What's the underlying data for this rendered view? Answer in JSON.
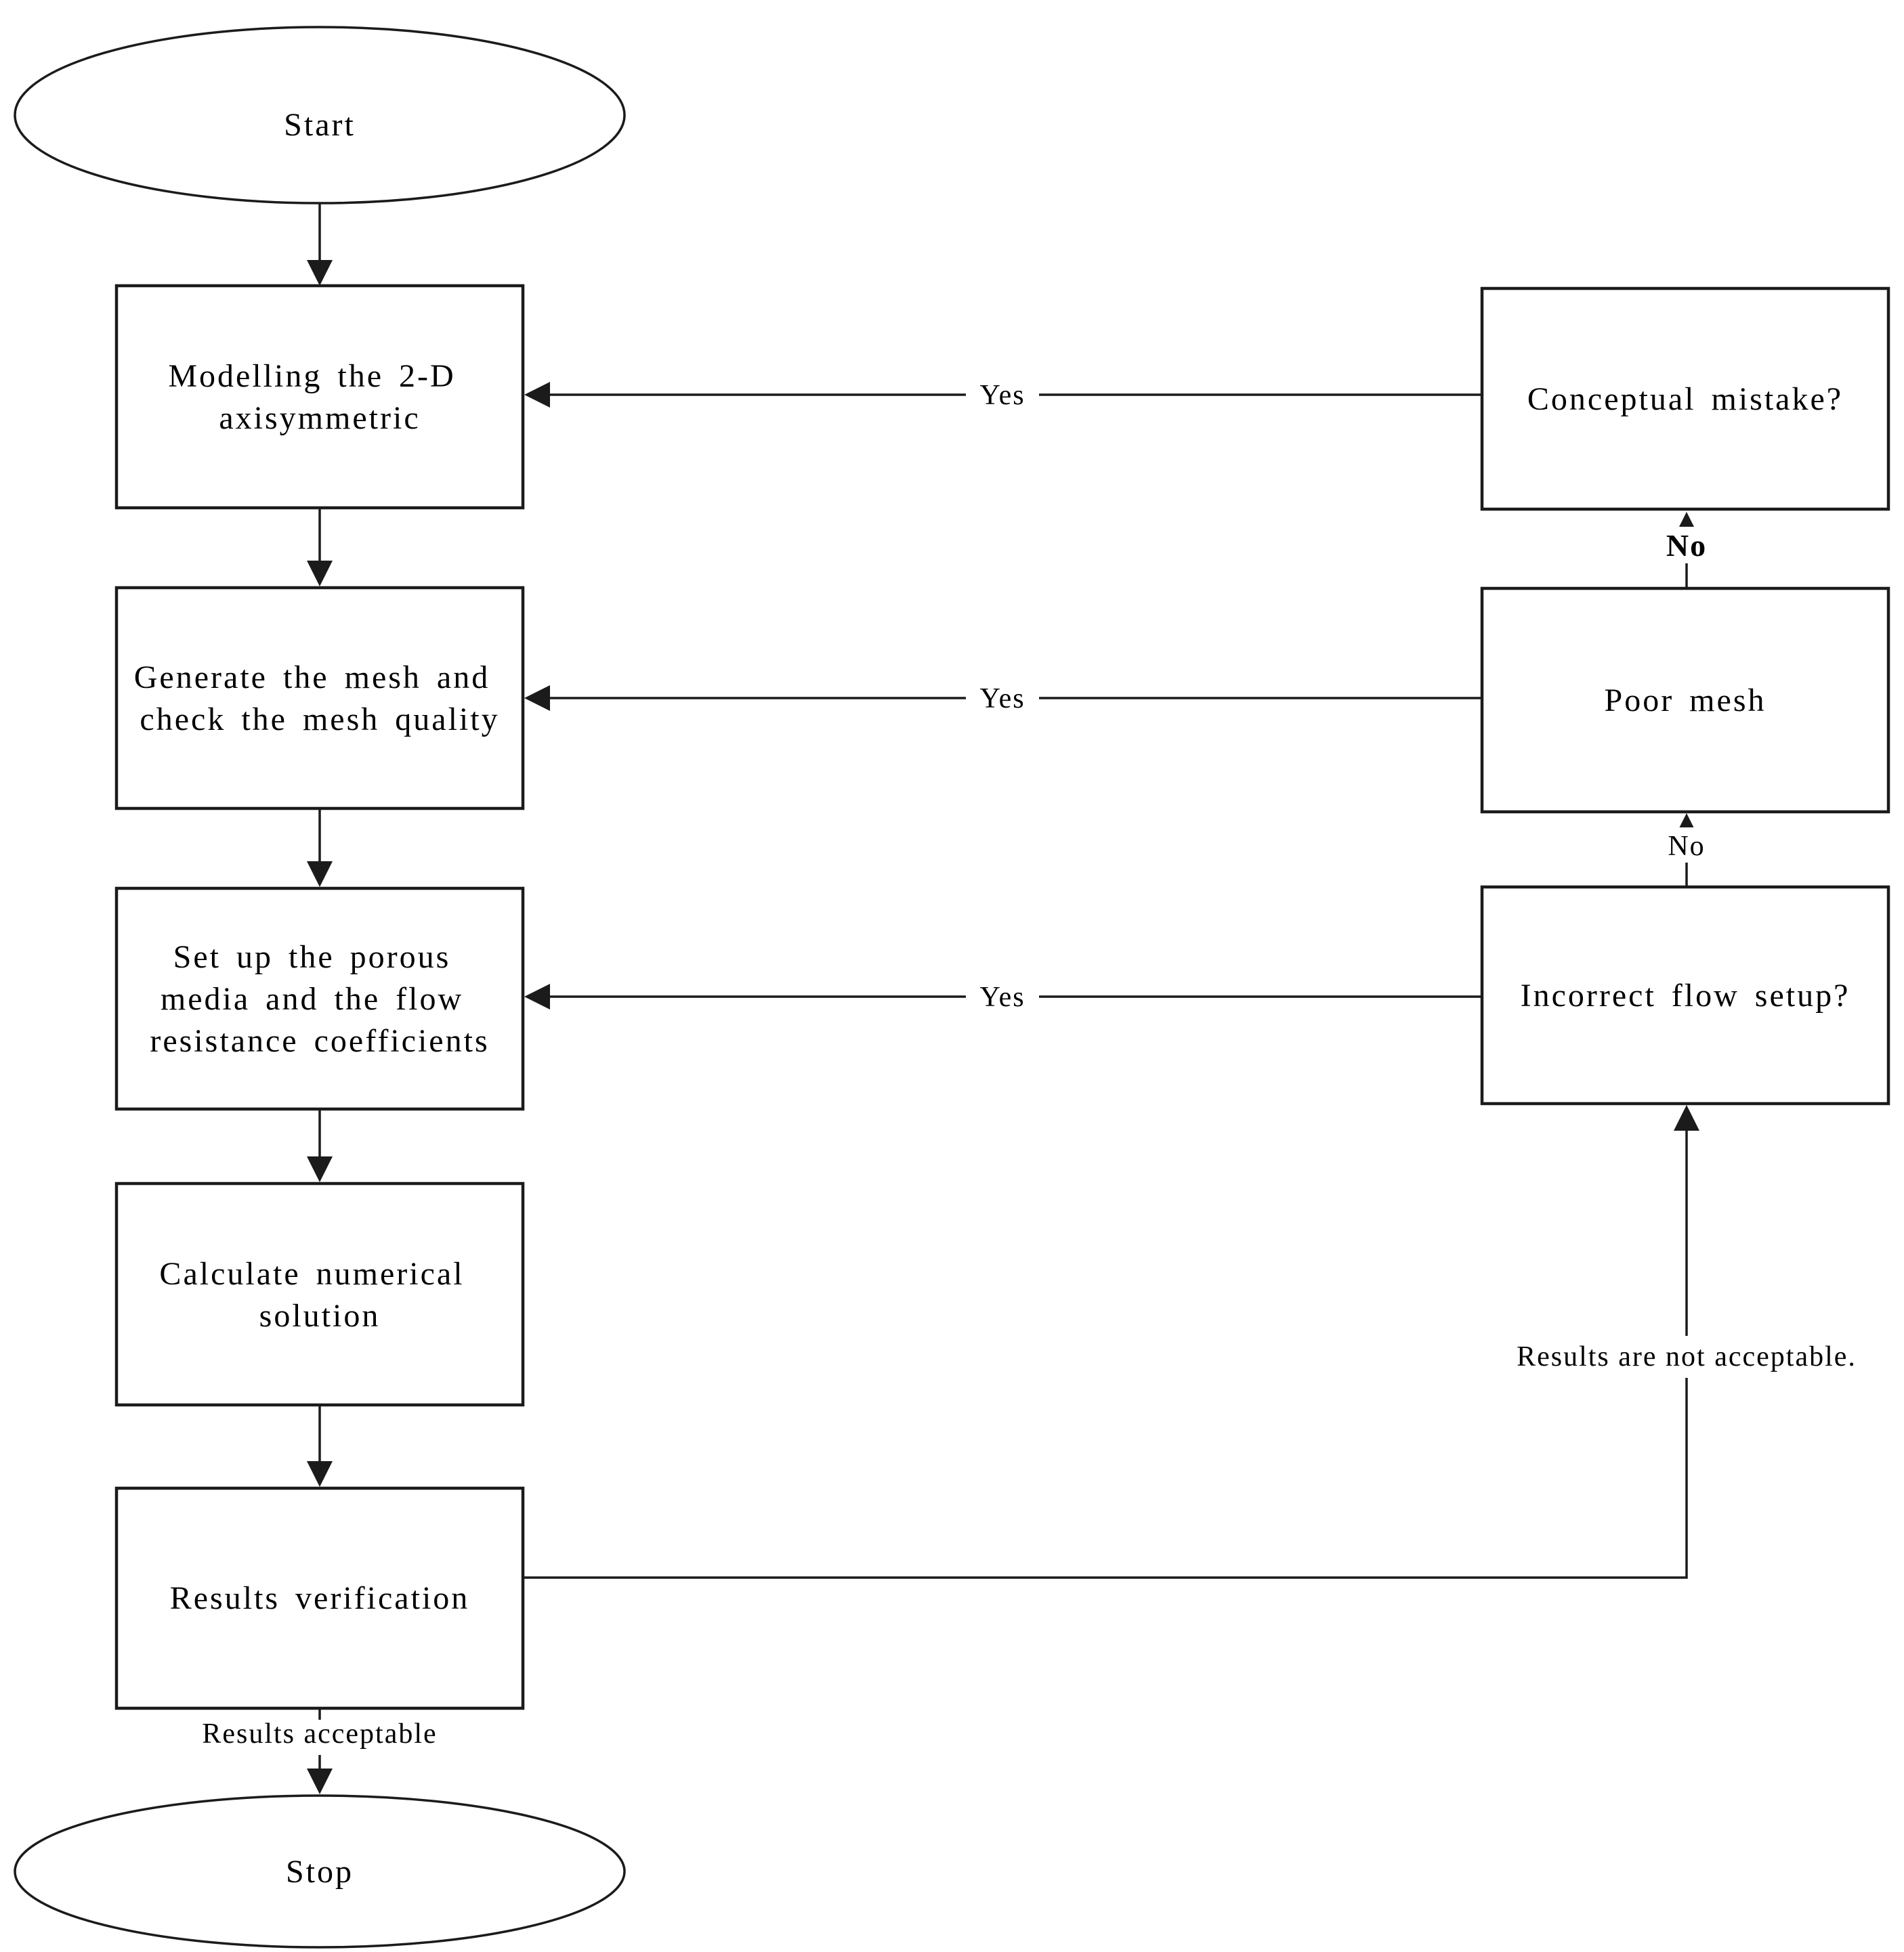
{
  "nodes": {
    "start": {
      "label": "Start"
    },
    "modelling": {
      "lines": [
        "Modelling the 2-D",
        "axisymmetric"
      ]
    },
    "mesh": {
      "lines": [
        "Generate the mesh and",
        "check the mesh quality"
      ]
    },
    "porous": {
      "lines": [
        "Set up the porous",
        "media and the flow",
        "resistance coefficients"
      ]
    },
    "calculate": {
      "lines": [
        "Calculate numerical",
        "solution"
      ]
    },
    "verify": {
      "label": "Results verification"
    },
    "stop": {
      "label": "Stop"
    },
    "conceptual": {
      "label": "Conceptual mistake?"
    },
    "poor_mesh": {
      "label": "Poor mesh"
    },
    "flow_setup": {
      "label": "Incorrect flow setup?"
    }
  },
  "edges": {
    "yes": "Yes",
    "no_top": "No",
    "no_mid": "No",
    "results_not_acceptable": "Results are not acceptable.",
    "results_acceptable": "Results acceptable"
  },
  "colors": {
    "line": "#1b1b1b",
    "text": "#000000",
    "background": "#ffffff"
  }
}
